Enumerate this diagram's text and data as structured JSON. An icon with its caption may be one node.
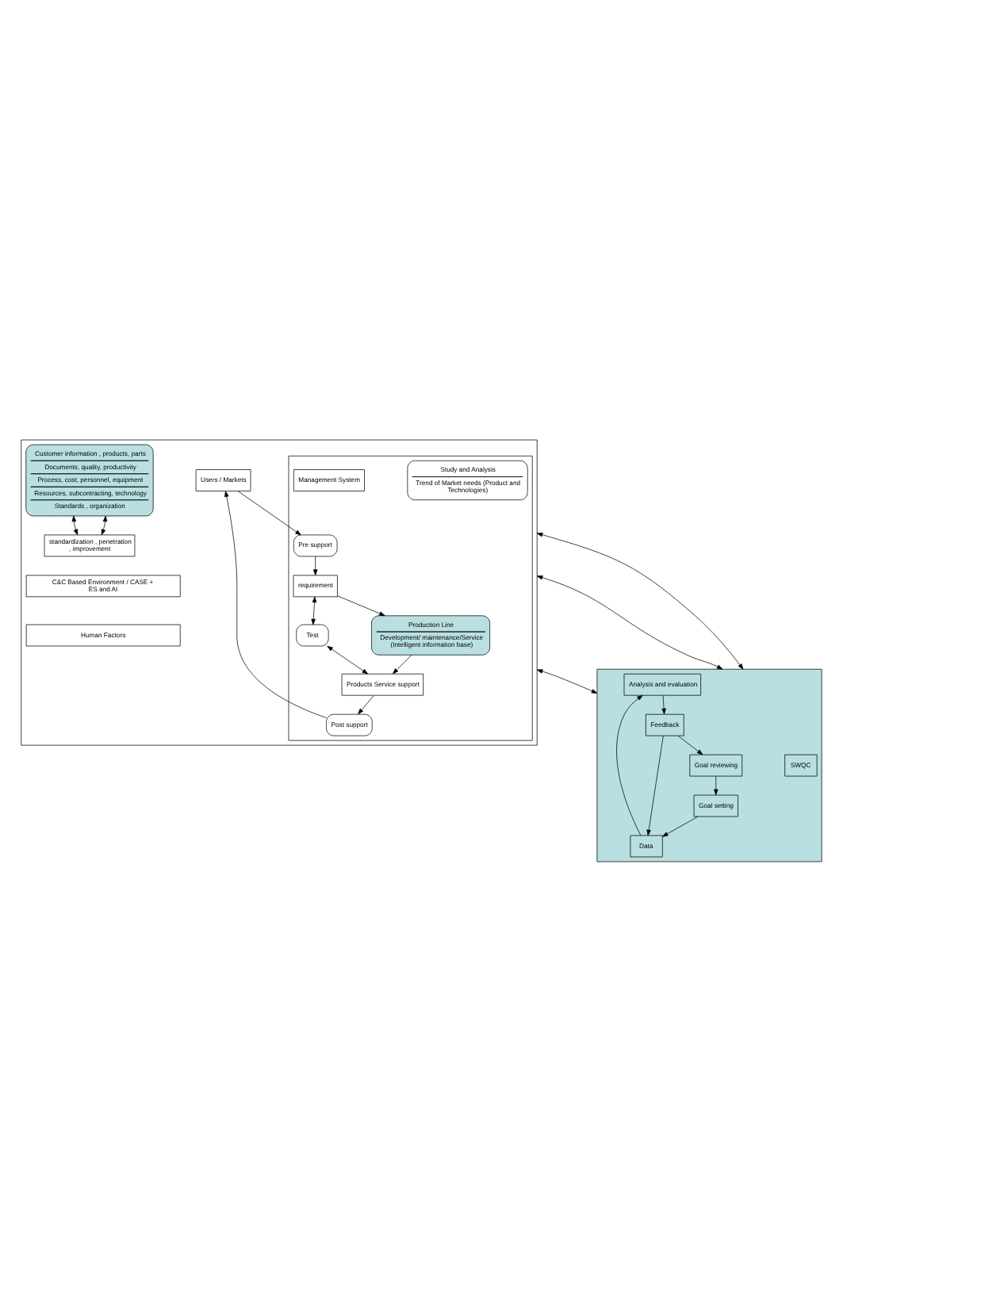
{
  "diagram": {
    "nodes": [
      {
        "text": [],
        "shape": "box"
      },
      {
        "text": [
          "Users / Markets"
        ],
        "in": 0
      },
      {
        "text": [],
        "shape": "box",
        "in": 0
      },
      {
        "text": [
          "Pre support"
        ],
        "in": 2
      },
      {
        "text": [
          "Study and Analysis",
          "Trend of Market needs (Product and Technologies)"
        ],
        "in": 2
      },
      {
        "text": [
          "Post support"
        ],
        "in": 2
      },
      {
        "text": [
          "requirement"
        ],
        "in": 2
      },
      {
        "text": [
          "Test"
        ],
        "in": 2
      },
      {
        "text": [
          "Products Service support"
        ],
        "in": 2
      },
      {
        "text": [
          "Production Line",
          "Development/ maintenance/Service (Intelligent information base)"
        ],
        "in": 2
      },
      {
        "text": [
          "Management System"
        ],
        "in": 2
      },
      {
        "text": [
          "Customer information , products, parts",
          "Documents, quality, productivity",
          "Process, cost, personnel, equipment",
          "Resources, subcontracting, technology",
          "Standards , organization"
        ],
        "in": 0
      },
      {
        "text": [
          "standardization , penetration , improvement"
        ],
        "in": 0
      },
      {
        "text": [
          "C&C Based Environment / CASE + ES and AI"
        ],
        "in": 0
      },
      {
        "text": [
          "Human Factors"
        ],
        "in": 0
      },
      {
        "text": [],
        "shape": "box"
      },
      {
        "text": [
          "SWQC"
        ],
        "in": 15
      },
      {
        "text": [
          "Goal setting"
        ],
        "in": 15
      },
      {
        "text": [
          "Data"
        ],
        "in": 15
      },
      {
        "text": [
          "Analysis and evaluation"
        ],
        "in": 15
      },
      {
        "text": [
          "Feedback"
        ],
        "in": 15
      },
      {
        "text": [
          "Goal reviewing"
        ],
        "in": 15
      }
    ],
    "edges": [
      {
        "from": 1,
        "to": 3,
        "arrow": "to"
      },
      {
        "from": 3,
        "to": 6,
        "arrow": "to"
      },
      {
        "from": 6,
        "to": 7,
        "arrow": "both"
      },
      {
        "from": 7,
        "to": 8,
        "arrow": "both"
      },
      {
        "from": 6,
        "to": 9,
        "arrow": "to"
      },
      {
        "from": 9,
        "to": 8,
        "arrow": "to"
      },
      {
        "from": 8,
        "to": 5,
        "arrow": "to"
      },
      {
        "from": 5,
        "to": 1,
        "arrow": "to"
      },
      {
        "from": 11,
        "to": 12,
        "arrow": "both"
      },
      {
        "from": 11,
        "to": 12,
        "arrow": "both"
      },
      {
        "from": 0,
        "to": 15,
        "arrow": "both"
      },
      {
        "from": 0,
        "to": 15,
        "arrow": "both"
      },
      {
        "from": 0,
        "to": 15,
        "arrow": "both"
      },
      {
        "from": 17,
        "to": 18,
        "arrow": "to"
      },
      {
        "from": 18,
        "to": 19,
        "arrow": "to"
      },
      {
        "from": 19,
        "to": 20,
        "arrow": "to"
      },
      {
        "from": 20,
        "to": 21,
        "arrow": "to"
      },
      {
        "from": 20,
        "to": 18,
        "arrow": "to"
      },
      {
        "from": 21,
        "to": 17,
        "arrow": "to"
      }
    ]
  }
}
